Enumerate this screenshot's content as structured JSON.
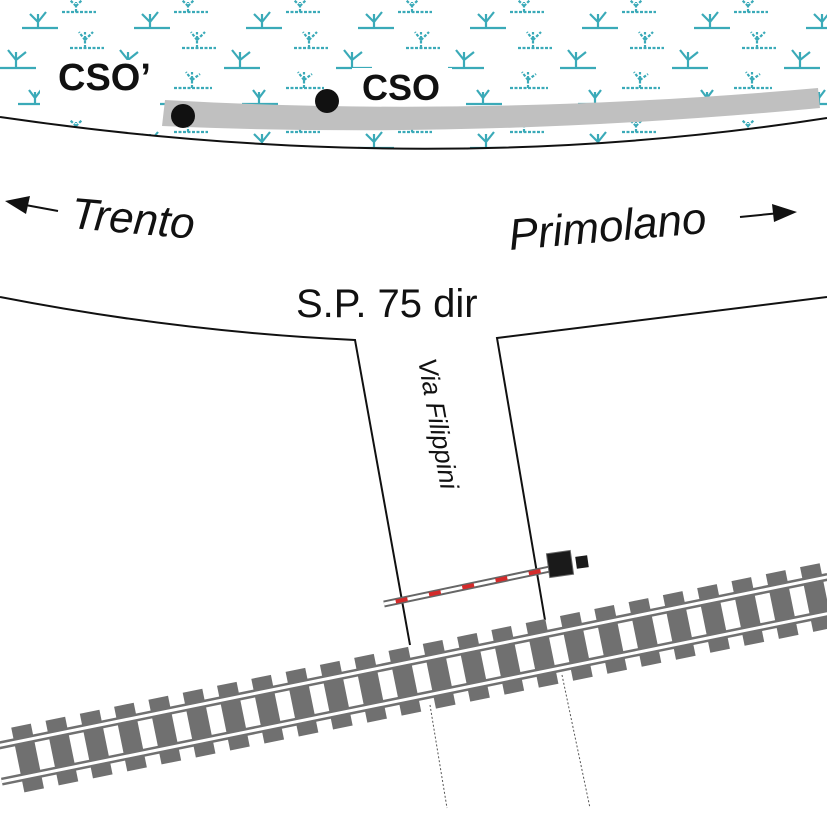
{
  "labels": {
    "cso_prime": "CSO’",
    "cso": "CSO",
    "trento": "Trento",
    "primolano": "Primolano",
    "road_main": "S.P. 75 dir",
    "road_side": "Via Filippini"
  },
  "colors": {
    "marsh": "#3aaab8",
    "bank": "#c0c0c0",
    "rail": "#707070",
    "barrier_red": "#d42a2a",
    "ink": "#111111"
  }
}
